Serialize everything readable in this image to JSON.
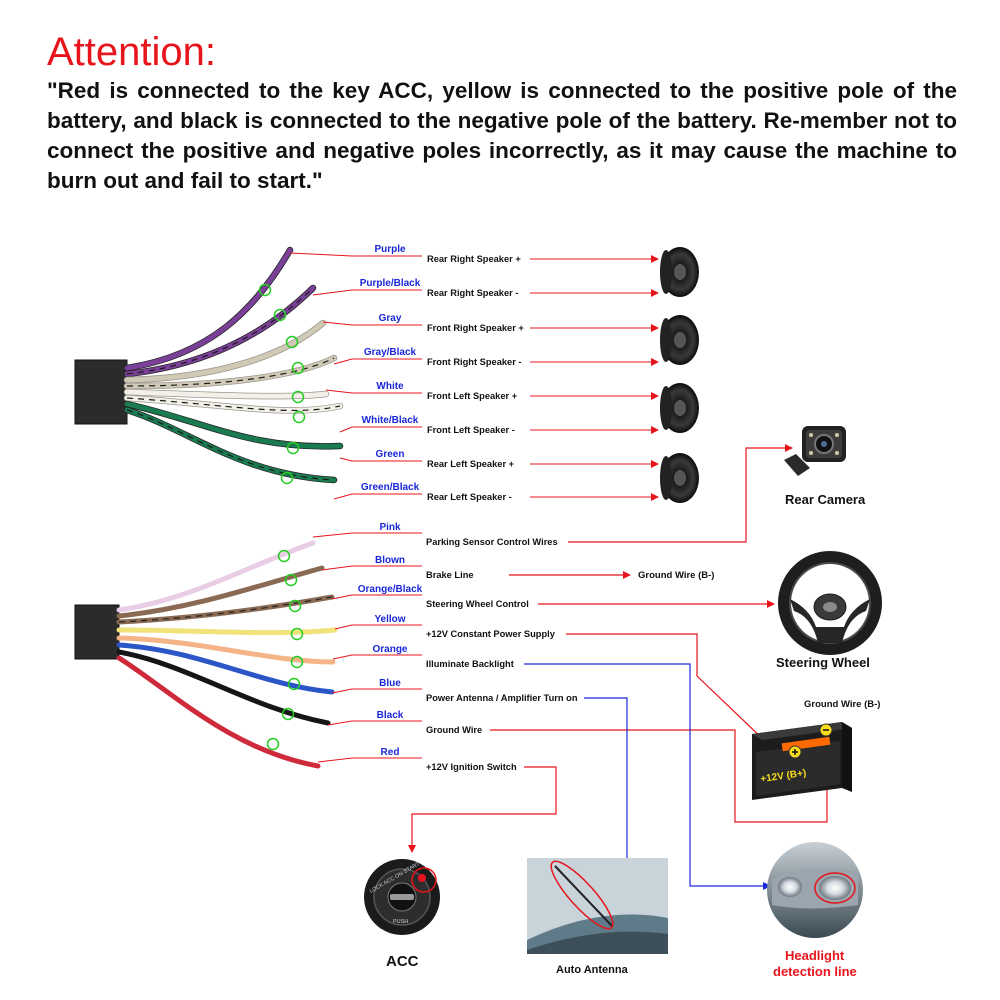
{
  "header": {
    "title": "Attention:",
    "note": "\"Red is connected to the key ACC, yellow is connected to the    positive pole of the battery, and black is connected to the negative pole of the battery. Re-member not to connect the positive and negative poles incorrectly, as it may cause the machine to burn out and fail to start.\""
  },
  "speaker_wires": [
    {
      "color": "Purple",
      "function": "Rear Right Speaker +"
    },
    {
      "color": "Purple/Black",
      "function": "Rear Right Speaker -"
    },
    {
      "color": "Gray",
      "function": "Front Right Speaker +"
    },
    {
      "color": "Gray/Black",
      "function": "Front Right Speaker -"
    },
    {
      "color": "White",
      "function": "Front Left Speaker +"
    },
    {
      "color": "White/Black",
      "function": "Front Left Speaker -"
    },
    {
      "color": "Green",
      "function": "Rear Left Speaker +"
    },
    {
      "color": "Green/Black",
      "function": "Rear Left Speaker -"
    }
  ],
  "power_wires": [
    {
      "color": "Pink",
      "function": "Parking Sensor Control Wires"
    },
    {
      "color": "Blown",
      "function": "Brake Line"
    },
    {
      "color": "Orange/Black",
      "function": "Steering Wheel Control"
    },
    {
      "color": "Yellow",
      "function": "+12V Constant Power Supply"
    },
    {
      "color": "Orange",
      "function": "Illuminate Backlight"
    },
    {
      "color": "Blue",
      "function": "Power Antenna / Amplifier Turn on"
    },
    {
      "color": "Black",
      "function": "Ground Wire"
    },
    {
      "color": "Red",
      "function": "+12V  Ignition Switch"
    }
  ],
  "devices": {
    "rear_camera": "Rear Camera",
    "steering_wheel": "Steering Wheel",
    "brake_ground": "Ground Wire (B-)",
    "battery_ground": "Ground Wire (B-)",
    "battery_positive": "+12V  (B+)",
    "acc": "ACC",
    "antenna": "Auto Antenna",
    "headlight_line1": "Headlight",
    "headlight_line2": "detection line",
    "ignition_ring": "LOCK   ACC   ON   START",
    "ignition_push": "PUSH"
  },
  "colors": {
    "accent_red": "#e8141c",
    "wire_label_blue": "#1a27d8",
    "connector_circle": "#22cc22",
    "purple": "#7a3f96",
    "gray": "#cfc9b6",
    "white": "#f2f0e8",
    "green": "#1a7a50",
    "pink": "#e9cde6",
    "brown": "#8a6a52",
    "yellow": "#f2e27a",
    "orange": "#f5b487",
    "blue": "#2c56c8",
    "black": "#151515",
    "red": "#cf2a3c"
  }
}
